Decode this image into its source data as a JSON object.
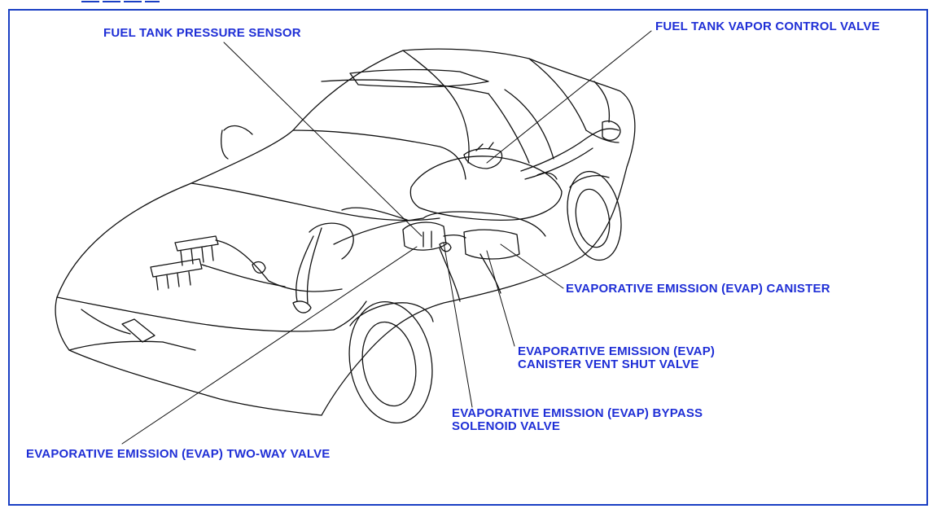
{
  "colors": {
    "label": "#1f2fd6",
    "frame": "#1a3fc4",
    "drawing": "#111111"
  },
  "labels": {
    "fuel_tank_pressure_sensor": "FUEL TANK PRESSURE SENSOR",
    "fuel_tank_vapor_control_valve": "FUEL TANK VAPOR CONTROL VALVE",
    "evap_canister": "EVAPORATIVE EMISSION (EVAP) CANISTER",
    "evap_canister_vent_shut_valve_line1": "EVAPORATIVE EMISSION (EVAP)",
    "evap_canister_vent_shut_valve_line2": "CANISTER VENT SHUT VALVE",
    "evap_bypass_solenoid_valve_line1": "EVAPORATIVE EMISSION (EVAP) BYPASS",
    "evap_bypass_solenoid_valve_line2": "SOLENOID VALVE",
    "evap_two_way_valve": "EVAPORATIVE EMISSION (EVAP) TWO-WAY VALVE"
  }
}
